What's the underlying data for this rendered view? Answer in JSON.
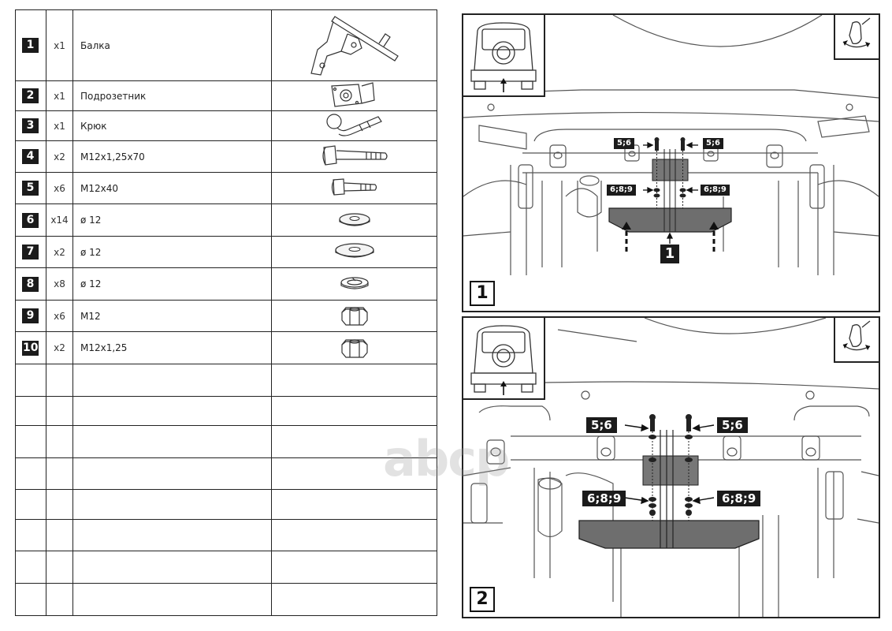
{
  "parts": [
    {
      "num": "1",
      "qty": "x1",
      "desc": "Балка",
      "icon": "tow-beam-icon"
    },
    {
      "num": "2",
      "qty": "x1",
      "desc": "Подрозетник",
      "icon": "socket-bracket-icon"
    },
    {
      "num": "3",
      "qty": "x1",
      "desc": "Крюк",
      "icon": "tow-ball-hook-icon"
    },
    {
      "num": "4",
      "qty": "x2",
      "desc": "M12x1,25x70",
      "icon": "long-bolt-icon"
    },
    {
      "num": "5",
      "qty": "x6",
      "desc": "M12x40",
      "icon": "bolt-icon"
    },
    {
      "num": "6",
      "qty": "x14",
      "desc": "ø 12",
      "icon": "flat-washer-icon"
    },
    {
      "num": "7",
      "qty": "x2",
      "desc": "ø 12",
      "icon": "large-washer-icon"
    },
    {
      "num": "8",
      "qty": "x8",
      "desc": "ø 12",
      "icon": "spring-washer-icon"
    },
    {
      "num": "9",
      "qty": "x6",
      "desc": "M12",
      "icon": "hex-nut-icon"
    },
    {
      "num": "10",
      "qty": "x2",
      "desc": "M12x1,25",
      "icon": "hex-nut-icon"
    }
  ],
  "empty_rows": 8,
  "steps": [
    {
      "number": "1",
      "upper_callout": "5;6",
      "lower_callout": "6;8;9",
      "part_label": "1"
    },
    {
      "number": "2",
      "upper_callout": "5;6",
      "lower_callout": "6;8;9"
    }
  ],
  "icons": {
    "inset": "car-rear-view-icon",
    "corner": "hand-tighten-wrench-icon"
  },
  "watermark": "abcp"
}
